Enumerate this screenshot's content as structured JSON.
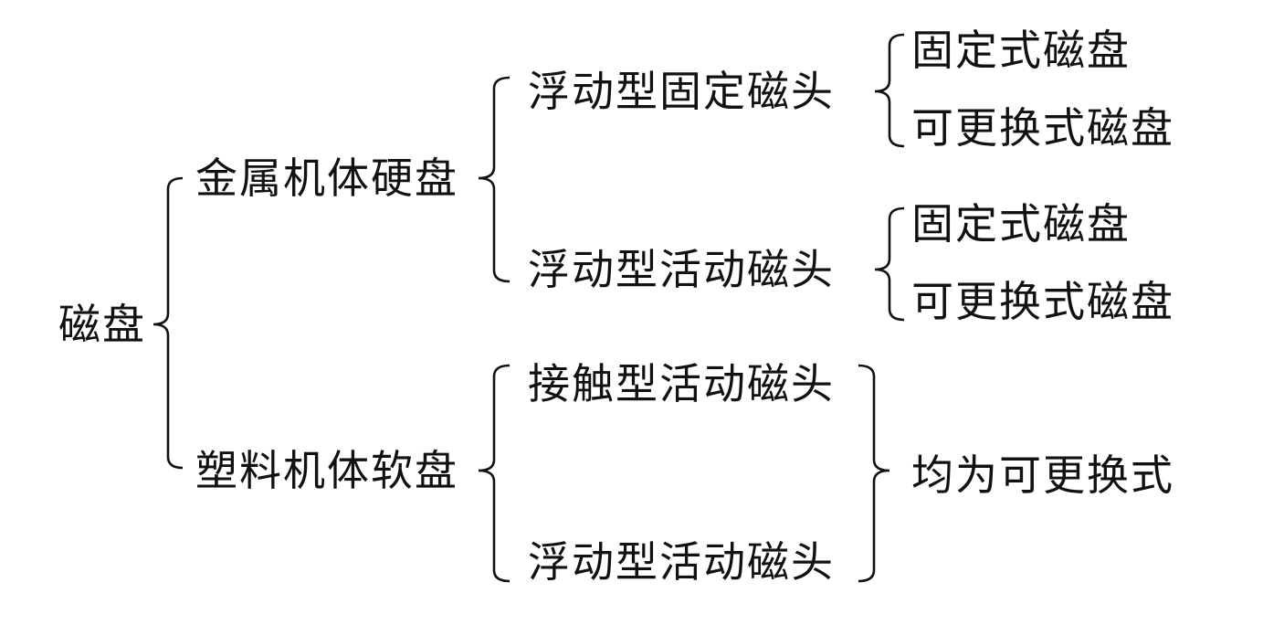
{
  "root": "磁盘",
  "branches": [
    {
      "label": "金属机体硬盘",
      "children": [
        {
          "label": "浮动型固定磁头",
          "children": [
            "固定式磁盘",
            "可更换式磁盘"
          ]
        },
        {
          "label": "浮动型活动磁头",
          "children": [
            "固定式磁盘",
            "可更换式磁盘"
          ]
        }
      ]
    },
    {
      "label": "塑料机体软盘",
      "children": [
        {
          "label": "接触型活动磁头"
        },
        {
          "label": "浮动型活动磁头"
        }
      ],
      "summary": "均为可更换式"
    }
  ]
}
